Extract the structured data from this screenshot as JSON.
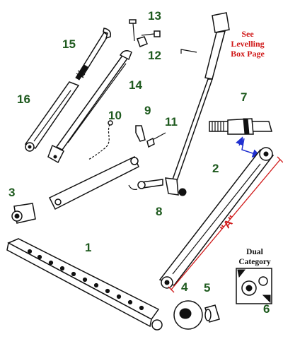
{
  "labels": {
    "p1": "1",
    "p2": "2",
    "p3": "3",
    "p4": "4",
    "p5": "5",
    "p6": "6",
    "p7": "7",
    "p8": "8",
    "p9": "9",
    "p10": "10",
    "p11": "11",
    "p12": "12",
    "p13": "13",
    "p14": "14",
    "p15": "15",
    "p16": "16"
  },
  "notes": {
    "levelling_line1": "See",
    "levelling_line2": "Levelling",
    "levelling_line3": "Box Page",
    "dual_line1": "Dual",
    "dual_line2": "Category",
    "dimension": "\"A\""
  },
  "colors": {
    "label_green": "#1e5a1e",
    "note_red": "#d01818",
    "arrow_blue": "#2030d0"
  }
}
